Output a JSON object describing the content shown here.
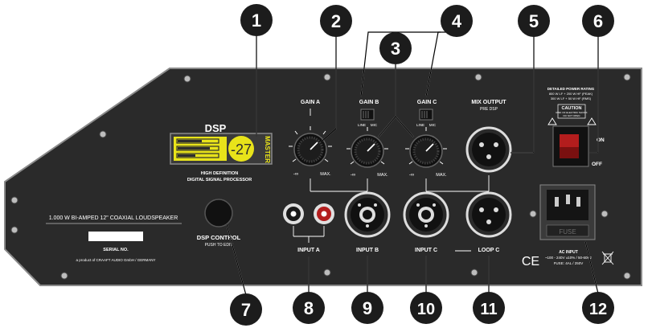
{
  "callouts": [
    "1",
    "2",
    "3",
    "4",
    "5",
    "6",
    "7",
    "8",
    "9",
    "10",
    "11",
    "12"
  ],
  "dsp": {
    "logo": "DSP",
    "display_value": "-27",
    "display_label": "MASTER",
    "caption_line1": "HIGH DEFINITION",
    "caption_line2": "DIGITAL SIGNAL PROCESSOR",
    "control_label": "DSP CONTROL",
    "control_sub": "PUSH TO EDIT"
  },
  "speaker": {
    "title": "1.000 W BI-AMPED 12\" COAXIAL LOUDSPEAKER",
    "serial_label": "SERIAL NO.",
    "serial_value": "",
    "product_of": "a product of CRAAFT AUDIO GmbH / GERMANY"
  },
  "gains": {
    "a_label": "GAIN A",
    "b_label": "GAIN B",
    "c_label": "GAIN C",
    "min": "-∞",
    "max": "MAX.",
    "line": "LINE",
    "mic": "MIC"
  },
  "mix": {
    "label": "MIX OUTPUT",
    "sub": "PRE DSP"
  },
  "inputs": {
    "a": "INPUT A",
    "b": "INPUT B",
    "c": "INPUT C",
    "loop": "LOOP C"
  },
  "power": {
    "rating_title": "DETAILED POWER RATING",
    "rating_line1": "800 W LF + 200 W HF (PEAK)",
    "rating_line2": "300 W LF + 50 W HF (RMS)",
    "caution": "CAUTION",
    "caution_sub1": "RISK OF ELECTRIC SHOCK",
    "caution_sub2": "DO NOT OPEN",
    "switch_on": "ON",
    "switch_off": "OFF",
    "fuse": "FUSE",
    "ac_title": "AC INPUT",
    "ac_line1": "~100 - 240V ±10% / 50-60Hz",
    "ac_line2": "FUSE: 4AL / 250V",
    "ce_mark": "CE"
  },
  "colors": {
    "panel": "#2a2a2a",
    "outline": "#8a8a8a",
    "callout_bg": "#1c1c1c",
    "callout_text": "#ffffff",
    "display_bg": "#e8e31a",
    "display_text": "#2d2d2d",
    "label_text": "#ffffff",
    "rca_red": "#b31d1d"
  }
}
